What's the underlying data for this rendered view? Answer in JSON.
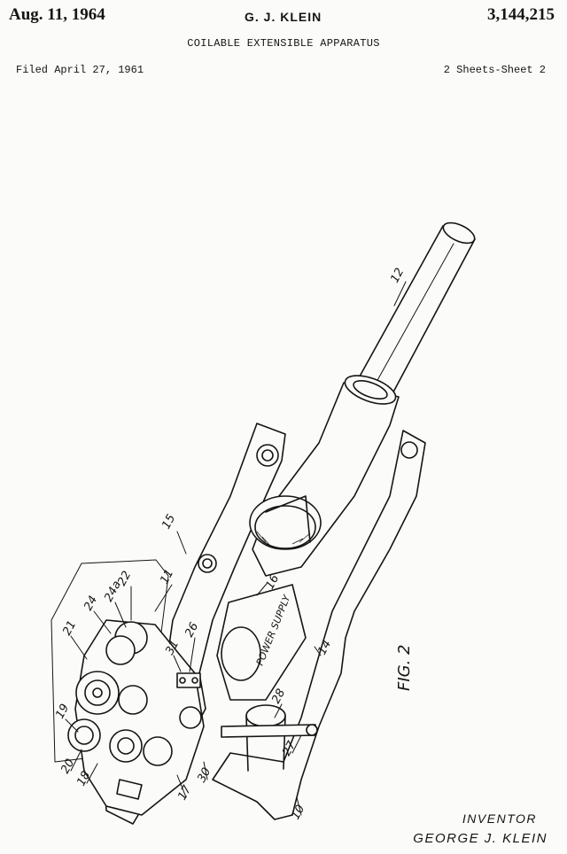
{
  "header": {
    "date": "Aug. 11, 1964",
    "inventor_short": "G. J. KLEIN",
    "patent_number": "3,144,215",
    "title": "COILABLE EXTENSIBLE APPARATUS",
    "filed": "Filed April 27, 1961",
    "sheets": "2 Sheets-Sheet 2"
  },
  "figure": {
    "label": "FIG. 2",
    "power_supply_label": "POWER SUPPLY",
    "reference_numerals": [
      "12",
      "15",
      "16",
      "11",
      "22",
      "24a",
      "24",
      "21",
      "26",
      "31",
      "14",
      "28",
      "27",
      "19",
      "20",
      "18",
      "17",
      "30",
      "10"
    ]
  },
  "footer": {
    "inventor_label": "INVENTOR",
    "inventor_name": "GEORGE J. KLEIN"
  }
}
